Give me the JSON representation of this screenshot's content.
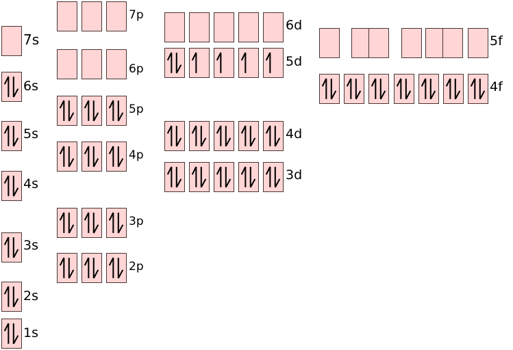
{
  "colors": {
    "box_fill": "#ffd5d5",
    "box_border": "#4a3434",
    "arrow": "#000000"
  },
  "orbitals": [
    {
      "label": "7s",
      "electrons": [
        0
      ]
    },
    {
      "label": "6s",
      "electrons": [
        2
      ]
    },
    {
      "label": "5s",
      "electrons": [
        2
      ]
    },
    {
      "label": "4s",
      "electrons": [
        2
      ]
    },
    {
      "label": "3s",
      "electrons": [
        2
      ]
    },
    {
      "label": "2s",
      "electrons": [
        2
      ]
    },
    {
      "label": "1s",
      "electrons": [
        2
      ]
    },
    {
      "label": "7p",
      "electrons": [
        0,
        0,
        0
      ]
    },
    {
      "label": "6p",
      "electrons": [
        0,
        0,
        0
      ]
    },
    {
      "label": "5p",
      "electrons": [
        2,
        2,
        2
      ]
    },
    {
      "label": "4p",
      "electrons": [
        2,
        2,
        2
      ]
    },
    {
      "label": "3p",
      "electrons": [
        2,
        2,
        2
      ]
    },
    {
      "label": "2p",
      "electrons": [
        2,
        2,
        2
      ]
    },
    {
      "label": "6d",
      "electrons": [
        0,
        0,
        0,
        0,
        0
      ]
    },
    {
      "label": "5d",
      "electrons": [
        2,
        1,
        1,
        1,
        1
      ]
    },
    {
      "label": "4d",
      "electrons": [
        2,
        2,
        2,
        2,
        2
      ]
    },
    {
      "label": "3d",
      "electrons": [
        2,
        2,
        2,
        2,
        2
      ]
    },
    {
      "label": "5f",
      "electrons": [
        0,
        0,
        0,
        0,
        0,
        0,
        0
      ]
    },
    {
      "label": "4f",
      "electrons": [
        2,
        2,
        2,
        2,
        2,
        2,
        2
      ]
    }
  ]
}
